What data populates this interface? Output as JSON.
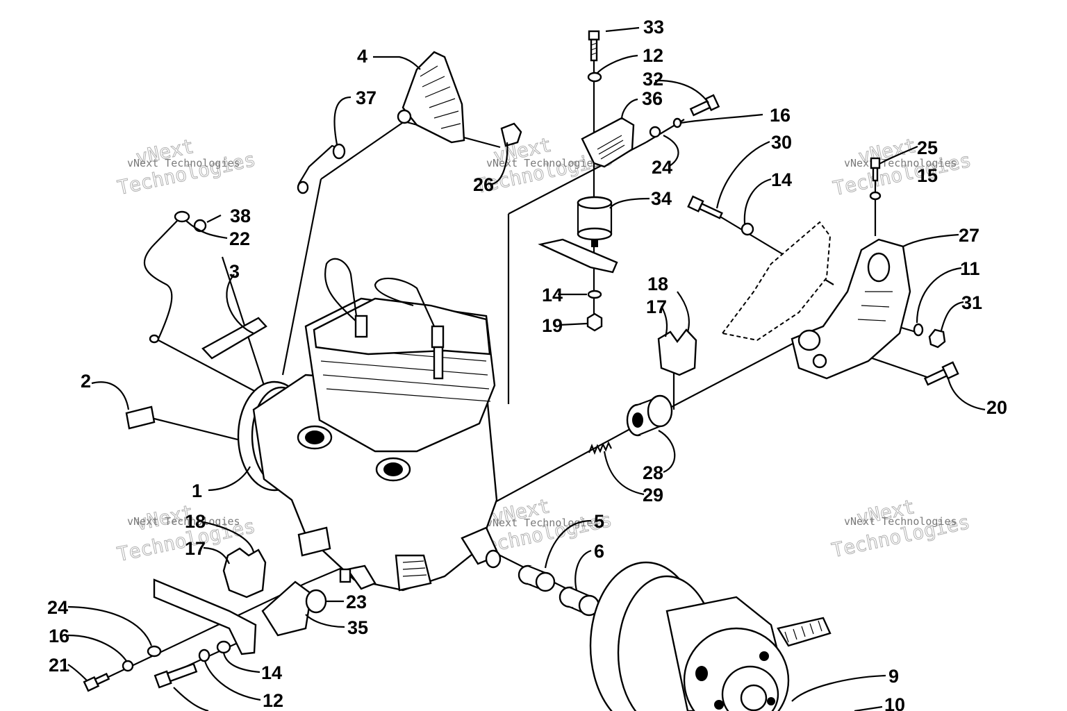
{
  "labels": {
    "l1": "1",
    "l2": "2",
    "l3": "3",
    "l4": "4",
    "l5": "5",
    "l6": "6",
    "l9": "9",
    "l10": "10",
    "l11": "11",
    "l12a": "12",
    "l12b": "12",
    "l14a": "14",
    "l14b": "14",
    "l14c": "14",
    "l15": "15",
    "l16a": "16",
    "l16b": "16",
    "l17a": "17",
    "l17b": "17",
    "l18a": "18",
    "l18b": "18",
    "l19": "19",
    "l20": "20",
    "l21": "21",
    "l22": "22",
    "l23": "23",
    "l24a": "24",
    "l24b": "24",
    "l25": "25",
    "l26": "26",
    "l27": "27",
    "l28": "28",
    "l29": "29",
    "l30": "30",
    "l31": "31",
    "l32": "32",
    "l33": "33",
    "l34": "34",
    "l35": "35",
    "l36": "36",
    "l37": "37",
    "l38": "38"
  },
  "watermark": {
    "brand": "vNext",
    "word": "Technologies",
    "small": "vNext Technologies"
  }
}
